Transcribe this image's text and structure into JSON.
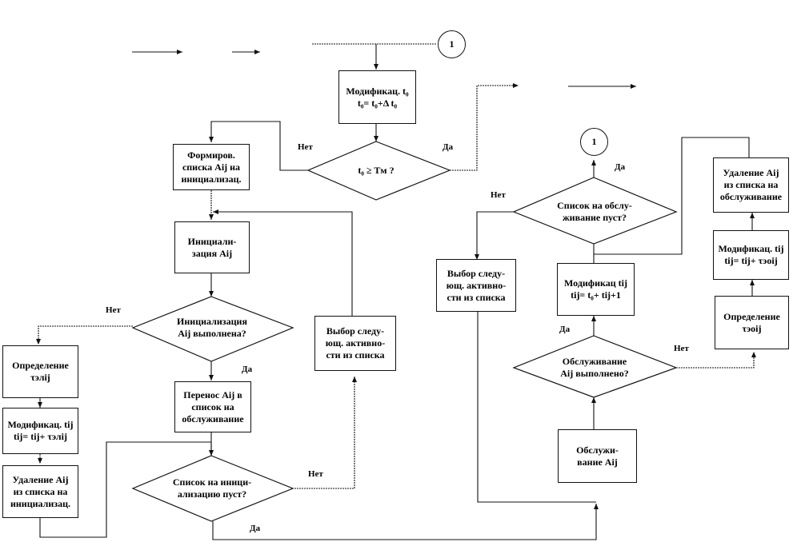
{
  "connector_label": "1",
  "yes": "Да",
  "no": "Нет",
  "nodes": {
    "mod_t0": {
      "l1": "Модификац. t₀",
      "l2": "t₀= t₀+Δ t₀"
    },
    "cond_t0": {
      "l1": "t₀ ≥ Tм ?"
    },
    "form_list": {
      "l1": "Формиров.",
      "l2": "списка Aij на",
      "l3": "инициализац."
    },
    "init": {
      "l1": "Инициали-",
      "l2": "зация Aij"
    },
    "init_done": {
      "l1": "Инициализация",
      "l2": "Aij выполнена?"
    },
    "def_tau_left": {
      "l1": "Определение",
      "l2": "τэлij"
    },
    "mod_tij_left": {
      "l1": "Модификац. tij",
      "l2": "tij= tij+ τэлij"
    },
    "del_left": {
      "l1": "Удаление Aij",
      "l2": "из списка на",
      "l3": "инициализац."
    },
    "transfer": {
      "l1": "Перенос Aij в",
      "l2": "список на",
      "l3": "обслуживание"
    },
    "list_init_empty": {
      "l1": "Список на иници-",
      "l2": "ализацию пуст?"
    },
    "select_mid": {
      "l1": "Выбор следу-",
      "l2": "ющ. активно-",
      "l3": "сти из списка"
    },
    "list_serv_empty": {
      "l1": "Список на обслу-",
      "l2": "живание пуст?"
    },
    "select_right": {
      "l1": "Выбор следу-",
      "l2": "ющ. активно-",
      "l3": "сти из списка"
    },
    "mod_tij_center": {
      "l1": "Модификац tij",
      "l2": "tij= t₀+ tij+1"
    },
    "serv_done": {
      "l1": "Обслуживание",
      "l2": "Aij выполнено?"
    },
    "service": {
      "l1": "Обслужи-",
      "l2": "вание Aij"
    },
    "del_right": {
      "l1": "Удаление Aij",
      "l2": "из списка на",
      "l3": "обслуживание"
    },
    "mod_tij_right": {
      "l1": "Модификац. tij",
      "l2": "tij= tij+ τэоij"
    },
    "def_tau_right": {
      "l1": "Определение",
      "l2": "τэоij"
    }
  }
}
